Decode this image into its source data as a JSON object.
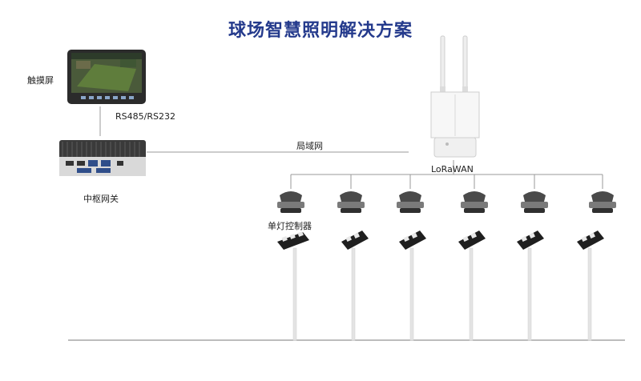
{
  "title": "球场智慧照明解决方案",
  "labels": {
    "touchscreen": "触摸屏",
    "serial": "RS485/RS232",
    "gateway": "中枢网关",
    "lan": "局域网",
    "lorawan": "LoRaWAN",
    "controller": "单灯控制器"
  },
  "colors": {
    "title": "#243a8c",
    "line": "#9a9a9a",
    "device_dark": "#3a3a3a",
    "gateway_white": "#f2f2f2"
  },
  "icons": [
    "touchscreen-panel",
    "industrial-gateway",
    "lora-base-station",
    "lamp-controller",
    "floodlight-pole"
  ]
}
